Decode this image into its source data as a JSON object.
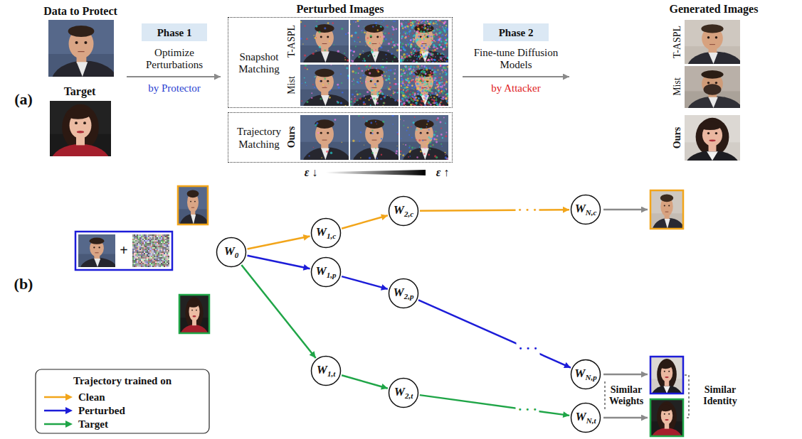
{
  "diagram": {
    "nodes": [
      {
        "text": [
          "Phase 1"
        ]
      },
      {
        "text": [
          "Snapshot Matching"
        ]
      },
      {
        "text": [
          "Trajectory Matching"
        ]
      },
      {
        "text": [
          "Phase 2"
        ]
      },
      {
        "text": [
          "W",
          "0"
        ]
      },
      {
        "text": [
          "W",
          "1,c"
        ]
      },
      {
        "text": [
          "W",
          "2,c"
        ]
      },
      {
        "text": [
          "W",
          "N,c"
        ]
      },
      {
        "text": [
          "W",
          "1,p"
        ]
      },
      {
        "text": [
          "W",
          "2,p"
        ]
      },
      {
        "text": [
          "W",
          "N,p"
        ]
      },
      {
        "text": [
          "W",
          "1,t"
        ]
      },
      {
        "text": [
          "W",
          "2,t"
        ]
      },
      {
        "text": [
          "W",
          "N,t"
        ]
      }
    ],
    "edges": [
      {
        "from": 4,
        "to": 5,
        "arrow": "to"
      },
      {
        "from": 5,
        "to": 6,
        "arrow": "to"
      },
      {
        "from": 6,
        "to": 7,
        "label": "· · ·",
        "arrow": "to"
      },
      {
        "from": 4,
        "to": 8,
        "arrow": "to"
      },
      {
        "from": 8,
        "to": 9,
        "arrow": "to"
      },
      {
        "from": 9,
        "to": 10,
        "label": "· · ·",
        "arrow": "to"
      },
      {
        "from": 4,
        "to": 11,
        "arrow": "to"
      },
      {
        "from": 11,
        "to": 12,
        "arrow": "to"
      },
      {
        "from": 12,
        "to": 13,
        "label": "· · ·",
        "arrow": "to"
      }
    ],
    "labels": [
      "Data to Protect",
      "Target",
      "(a)",
      "Optimize Perturbations",
      "by Protector",
      "Perturbed Images",
      "T-ASPL",
      "Mist",
      "Ours",
      "ε ↓",
      "ε ↑",
      "Fine-tune Diffusion Models",
      "by Attacker",
      "Generated Images",
      "T-ASPL",
      "Mist",
      "Ours",
      "(b)",
      "+",
      "Similar Weights",
      "Similar Identity",
      "Trajectory trained on"
    ],
    "legend": [
      {
        "text": "Clean"
      },
      {
        "text": "Perturbed"
      },
      {
        "text": "Target"
      }
    ]
  }
}
